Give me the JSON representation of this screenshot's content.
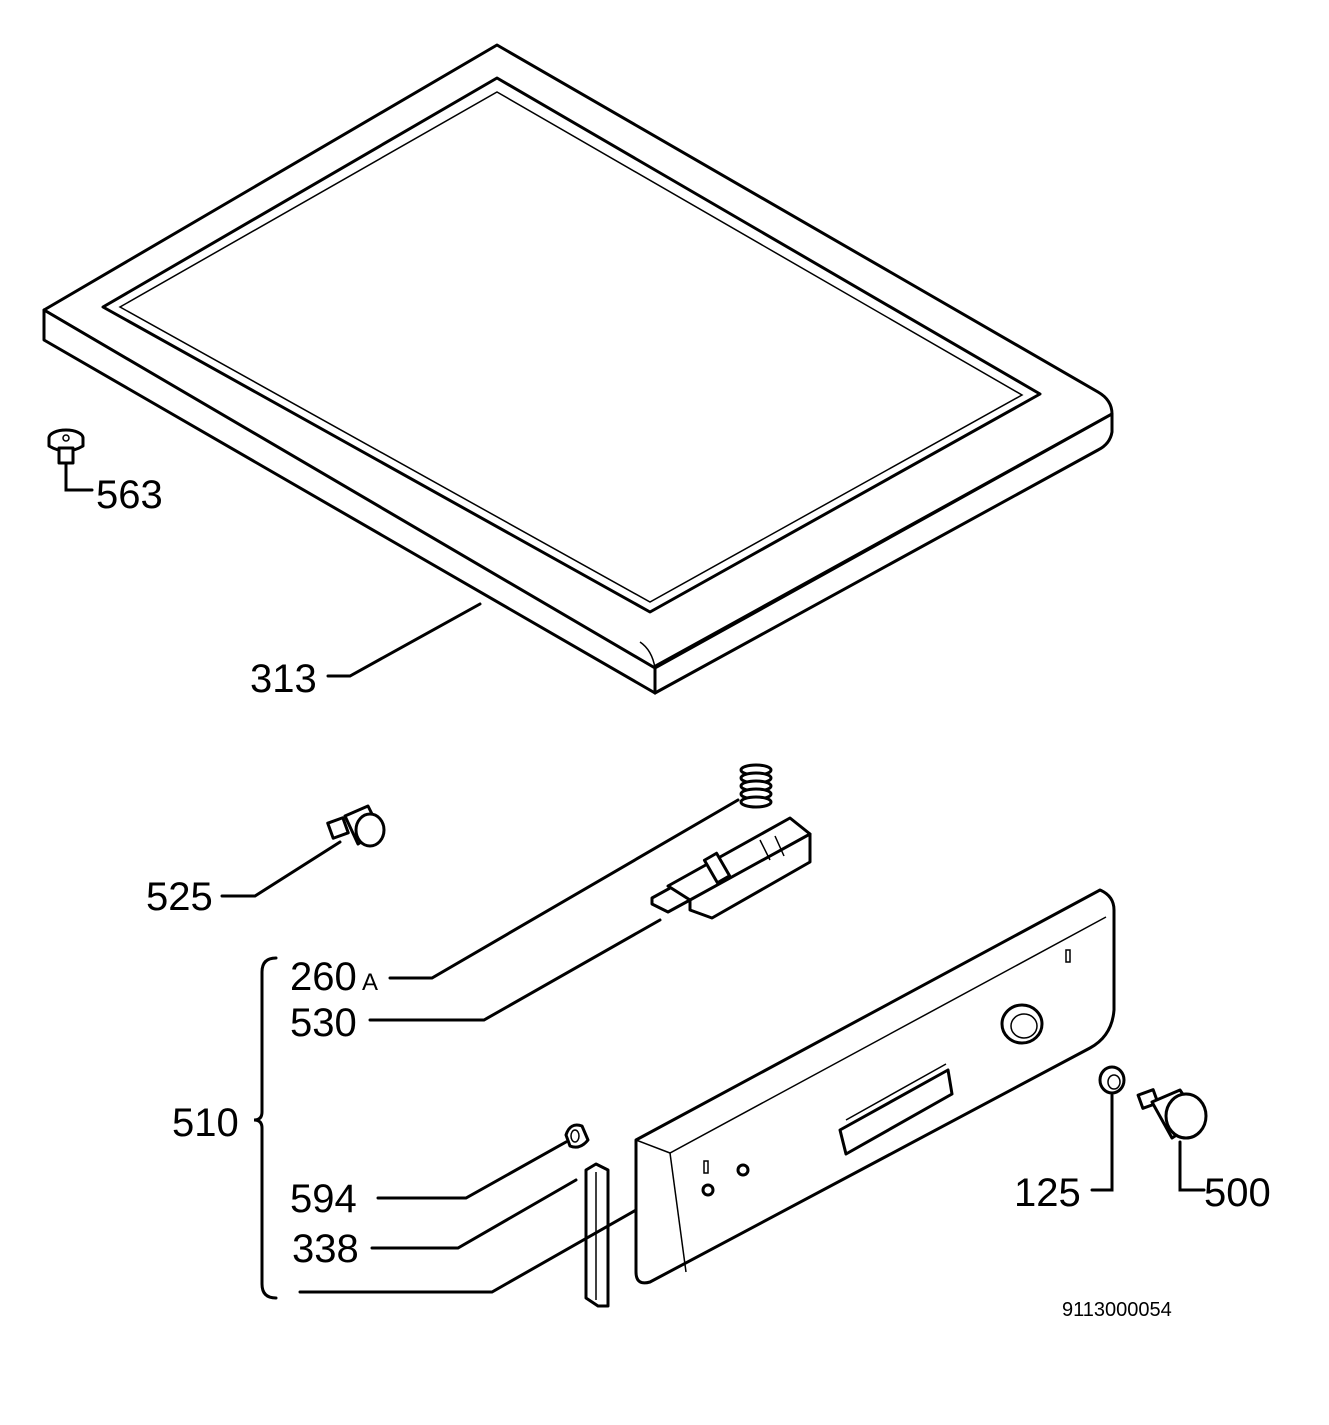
{
  "labels": {
    "p313": "313",
    "p563": "563",
    "p525": "525",
    "p260a_num": "260",
    "p260a_suffix": "A",
    "p530": "530",
    "p510": "510",
    "p594": "594",
    "p338": "338",
    "p125": "125",
    "p500": "500"
  },
  "document_number": "9113000054",
  "colors": {
    "line": "#000000",
    "background": "#ffffff"
  }
}
